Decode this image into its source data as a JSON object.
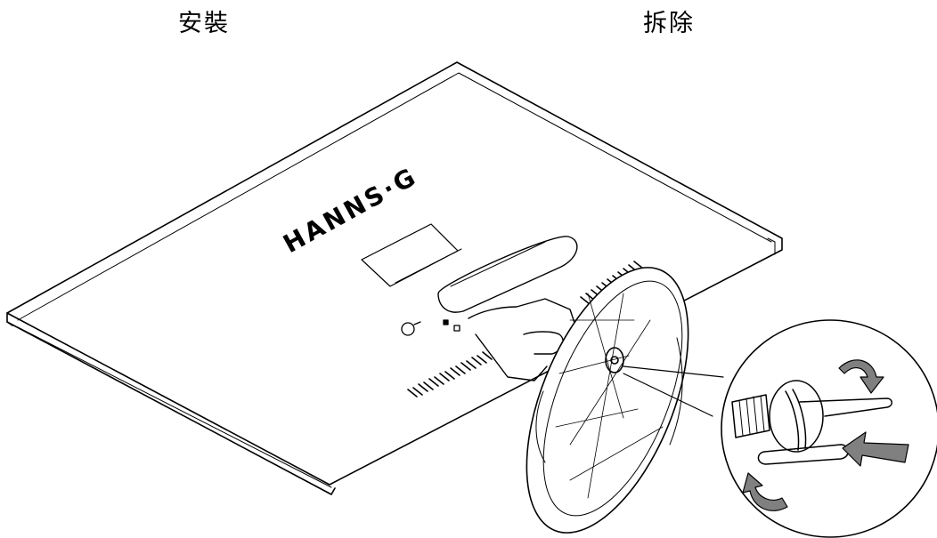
{
  "headings": {
    "install": "安裝",
    "remove": "拆除"
  },
  "illustration": {
    "brand_logo": "HANNS·G"
  },
  "colors": {
    "line": "#000000",
    "background": "#ffffff",
    "arrow_fill": "#808080"
  }
}
